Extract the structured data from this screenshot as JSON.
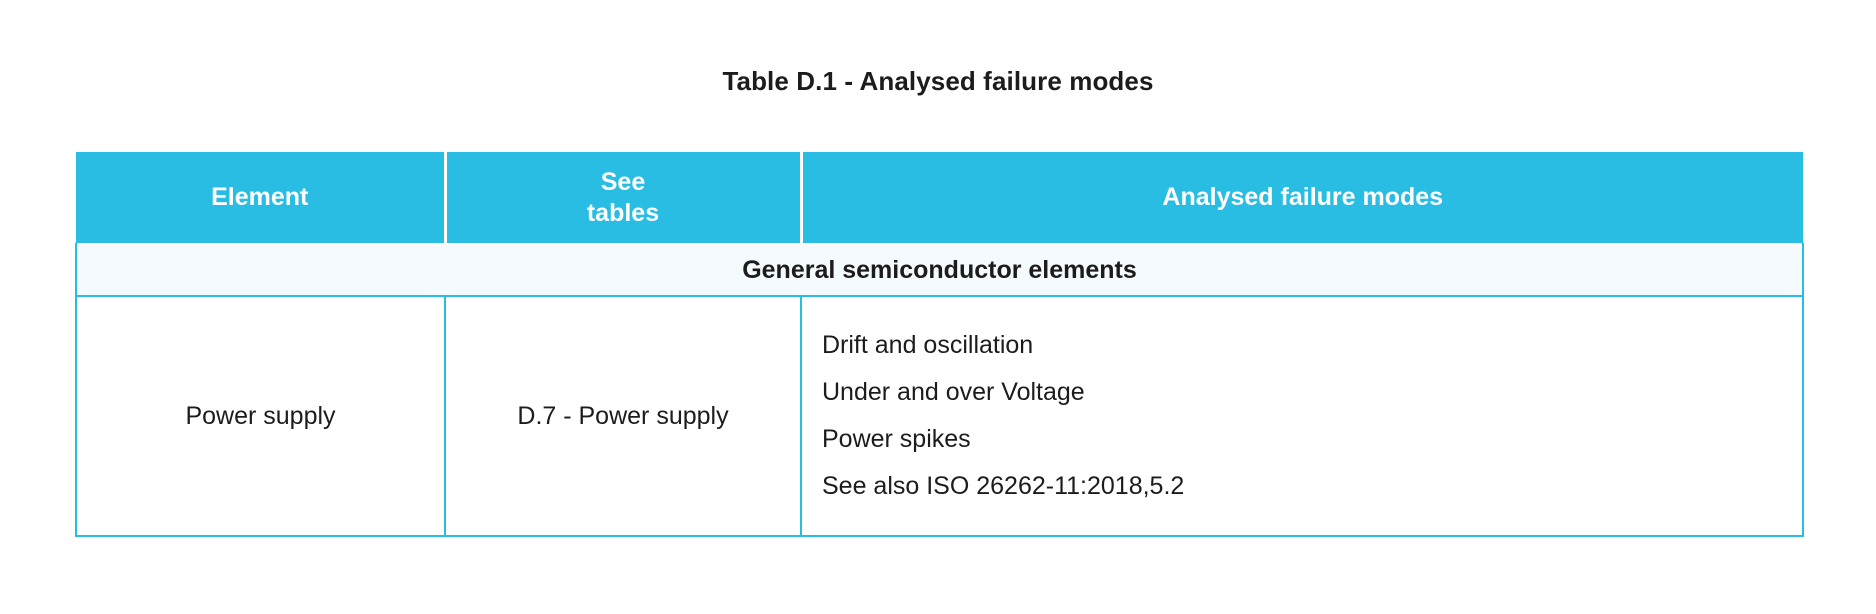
{
  "document": {
    "caption": "Table D.1 - Analysed failure modes"
  },
  "table": {
    "accent_color": "#29bde4",
    "header_text_color": "#ffffff",
    "section_band_background": "#f4fafd",
    "body_text_color": "#1c1c1c",
    "columns": [
      {
        "key": "element",
        "label": "Element"
      },
      {
        "key": "see_tables",
        "label": "See\ntables",
        "label_line1": "See",
        "label_line2": "tables"
      },
      {
        "key": "analysed_failure_modes",
        "label": "Analysed failure modes"
      }
    ],
    "sections": [
      {
        "title": "General semiconductor elements",
        "rows": [
          {
            "element": "Power supply",
            "see_tables": "D.7 - Power supply",
            "analysed_failure_modes": [
              "Drift and oscillation",
              "Under and over Voltage",
              "Power spikes",
              "See also ISO 26262-11:2018,5.2"
            ]
          }
        ]
      }
    ]
  }
}
